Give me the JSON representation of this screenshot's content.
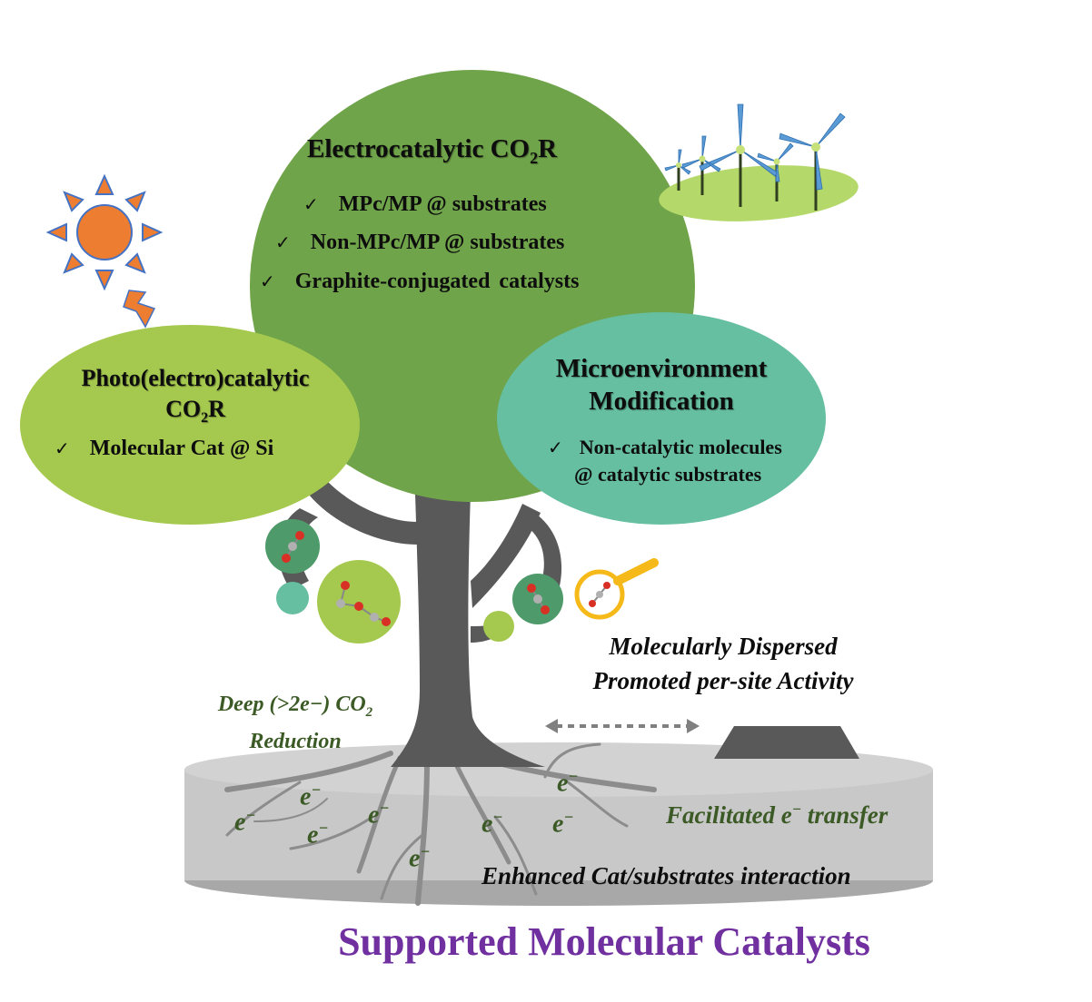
{
  "colors": {
    "canopy_main": "#70a44a",
    "canopy_left": "#a5c94e",
    "canopy_right": "#65bfa0",
    "trunk": "#595959",
    "ground": "#c8c8c8",
    "title": "#7030a0",
    "italic_green": "#3b5a25",
    "sun": "#ed7d31",
    "sun_rays": "#4472c4"
  },
  "main_canopy": {
    "title": "Electrocatalytic CO",
    "title_sub": "2",
    "title_suffix": "R",
    "items": [
      "MPc/MP @ substrates",
      "Non-MPc/MP @ substrates",
      "Graphite-conjugated catalysts"
    ],
    "check": "✓"
  },
  "left_canopy": {
    "title_line1": "Photo(electro)catalytic",
    "title_line2": "CO",
    "title_sub": "2",
    "title_suffix": "R",
    "items": [
      "Molecular Cat @ Si"
    ],
    "check": "✓"
  },
  "right_canopy": {
    "title_line1": "Microenvironment",
    "title_line2": "Modification",
    "item_line1": "Non-catalytic molecules",
    "item_line2": "@ catalytic substrates",
    "check": "✓"
  },
  "annotations": {
    "deep_reduction_line1": "Deep (>2e−) CO",
    "deep_reduction_sub": "2",
    "deep_reduction_line2": "Reduction",
    "dispersed_line1": "Molecularly Dispersed",
    "dispersed_line2": "Promoted per-site Activity",
    "transfer": "Facilitated e",
    "transfer_sup": "−",
    "transfer_suffix": " transfer",
    "interaction": "Enhanced Cat/substrates interaction"
  },
  "electrons": {
    "symbol": "e",
    "sup": "−"
  },
  "footer_title": "Supported Molecular Catalysts",
  "icons": [
    "sun-icon",
    "lightning-icon",
    "wind-turbine-icon",
    "magnifier-icon",
    "co2-molecule-icon",
    "arrow-double-icon"
  ]
}
